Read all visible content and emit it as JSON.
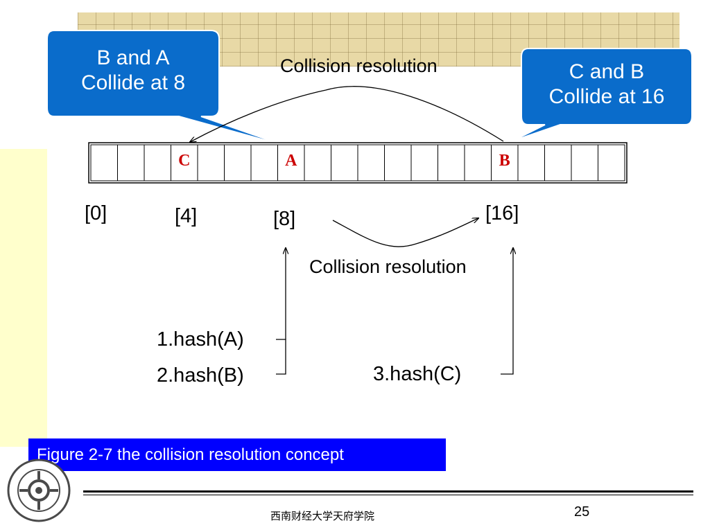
{
  "callouts": {
    "left": "B and A\nCollide at 8",
    "right": "C and B\nCollide at 16"
  },
  "collision_top": "Collision resolution",
  "collision_bottom": "Collision resolution",
  "table": {
    "slot_count": 20,
    "entries": [
      {
        "index": 3,
        "label": "C"
      },
      {
        "index": 7,
        "label": "A"
      },
      {
        "index": 15,
        "label": "B"
      }
    ]
  },
  "index_labels": [
    "[0]",
    "[4]",
    "[8]",
    "[16]"
  ],
  "hash_steps": [
    "1.hash(A)",
    "2.hash(B)",
    "3.hash(C)"
  ],
  "caption": "Figure 2-7 the collision resolution concept",
  "footer": {
    "school": "西南财经大学天府学院",
    "page": "25"
  },
  "colors": {
    "callout_fill": "#0a6ccb",
    "slot_text": "#cc0000",
    "caption_fill": "#0000ff"
  }
}
